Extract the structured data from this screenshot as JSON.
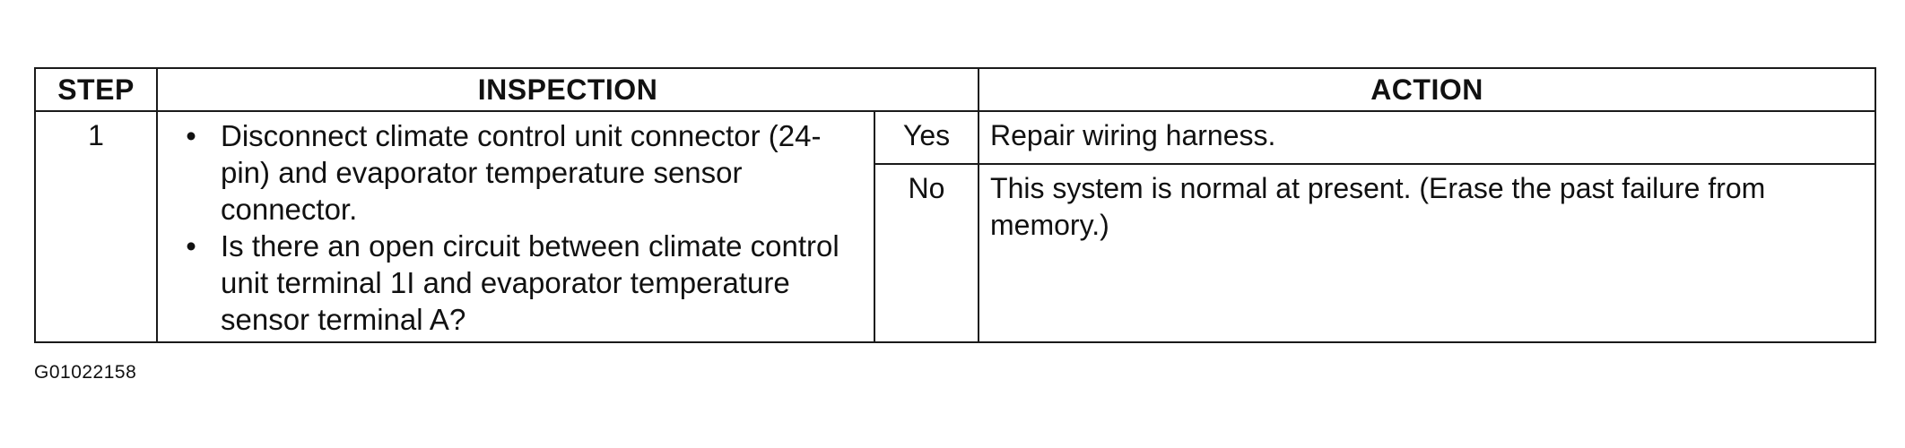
{
  "table": {
    "headers": {
      "step": "STEP",
      "inspection": "INSPECTION",
      "action": "ACTION"
    },
    "rows": [
      {
        "step": "1",
        "inspection_items": [
          "Disconnect climate control unit connector (24-pin) and evaporator temperature sensor connector.",
          "Is there an open circuit between climate control unit terminal 1I and evaporator temperature sensor terminal A?"
        ],
        "answers": [
          {
            "answer": "Yes",
            "action": "Repair wiring harness."
          },
          {
            "answer": "No",
            "action": "This system is normal at present. (Erase the past failure from memory.)"
          }
        ]
      }
    ]
  },
  "figure_code": "G01022158"
}
